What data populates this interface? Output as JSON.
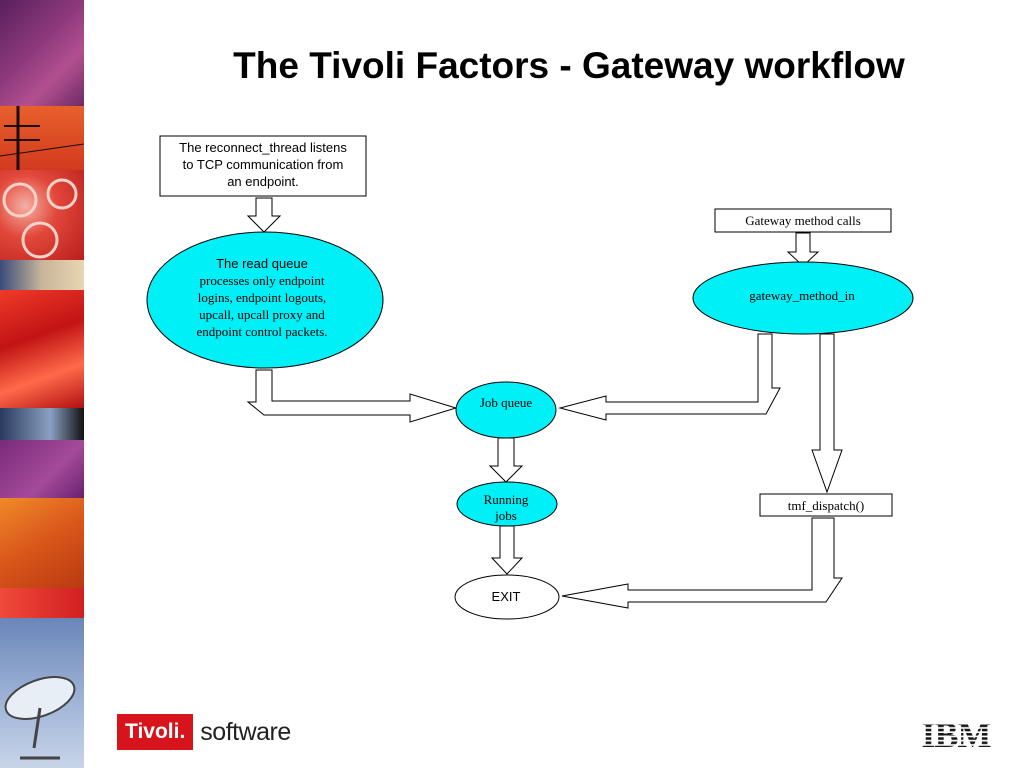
{
  "slide": {
    "title": "The Tivoli Factors - Gateway workflow"
  },
  "diagram": {
    "nodes": {
      "reconnect": [
        "The reconnect_thread listens",
        "to TCP communication from",
        "an endpoint."
      ],
      "read_queue_title": "The read queue",
      "read_queue_body": [
        "processes only endpoint",
        "logins, endpoint logouts,",
        "upcall, upcall proxy and",
        "endpoint control packets."
      ],
      "gateway_calls": "Gateway method calls",
      "gateway_method_in": "gateway_method_in",
      "job_queue": "Job queue",
      "running_jobs": [
        "Running",
        "jobs"
      ],
      "tmf_dispatch": "tmf_dispatch()",
      "exit": "EXIT"
    },
    "colors": {
      "node_fill": "#00f0f8",
      "stroke": "#000000"
    }
  },
  "footer": {
    "brand": "Tivoli.",
    "product": "software",
    "company": "IBM"
  }
}
